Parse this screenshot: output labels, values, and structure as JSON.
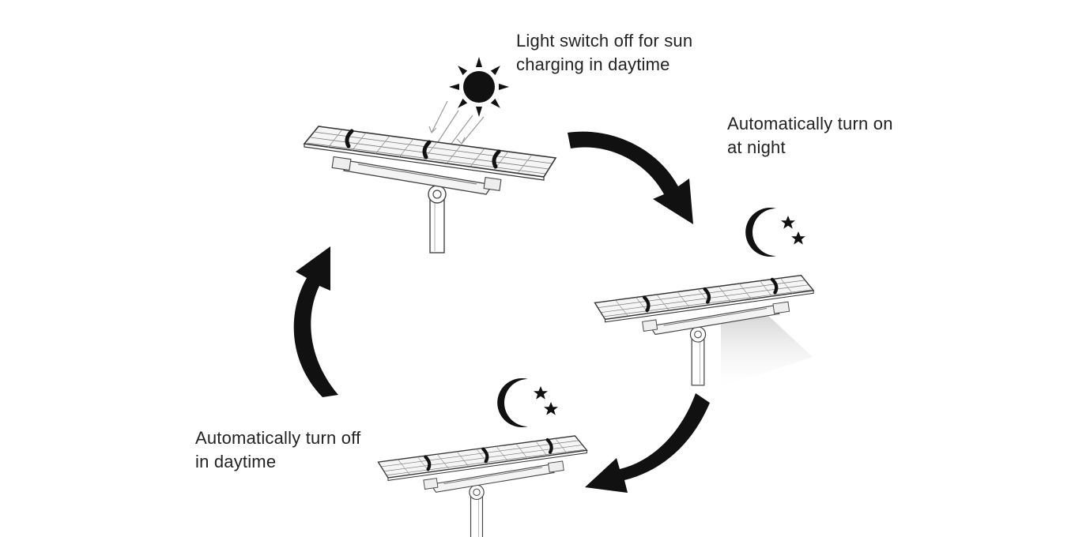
{
  "captions": {
    "charging": {
      "line1": "Light switch off for sun",
      "line2": "charging in daytime"
    },
    "night": {
      "line1": "Automatically turn on",
      "line2": "at night"
    },
    "daytime": {
      "line1": "Automatically turn off",
      "line2": "in daytime"
    }
  },
  "icons": {
    "sun": "sun-icon",
    "moon": "crescent-moon-icon",
    "star": "star-icon",
    "arrow": "curved-arrow-icon",
    "lamp": "solar-street-light-icon"
  },
  "colors": {
    "ink": "#111111",
    "panel": "#f2f2f2",
    "panel_line": "#555555",
    "text": "#222222",
    "light_beam": "#d9d9d9"
  }
}
